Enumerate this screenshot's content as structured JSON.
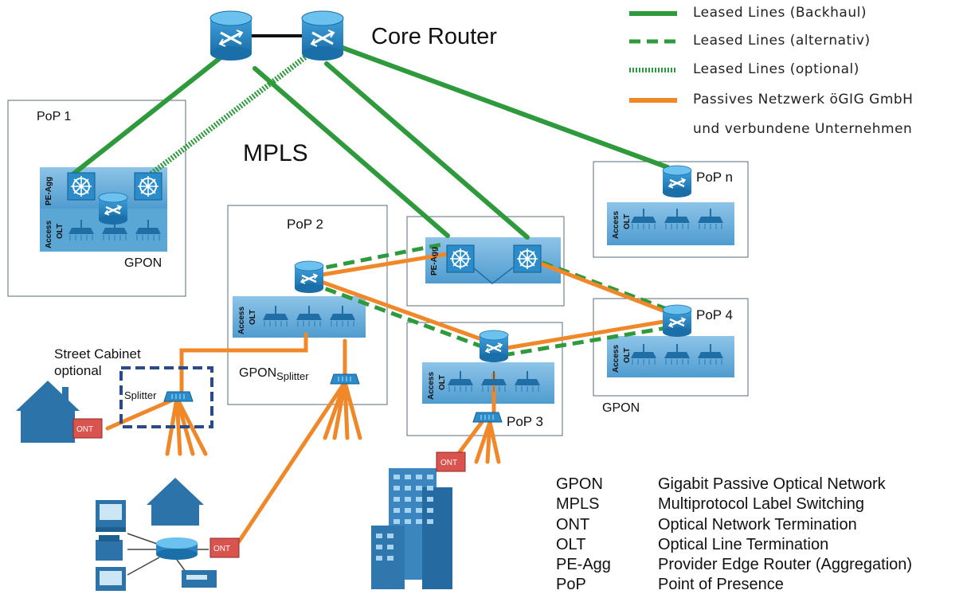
{
  "title": "Core Router",
  "mpls_label": "MPLS",
  "legend": [
    {
      "label": "Leased Lines (Backhaul)",
      "style": "solid",
      "color": "#2e9a3c"
    },
    {
      "label": "Leased Lines (alternativ)",
      "style": "dashed",
      "color": "#2e9a3c"
    },
    {
      "label": "Leased Lines (optional)",
      "style": "dotted",
      "color": "#2e9a3c"
    },
    {
      "label": "Passives Netzwerk öGIG GmbH",
      "style": "solid",
      "color": "#f0882a"
    },
    {
      "label": "und verbundene Unternehmen",
      "style": "none",
      "color": ""
    }
  ],
  "pops": {
    "pop1": "PoP 1",
    "pop2": "PoP 2",
    "pop3": "PoP 3",
    "pop4": "PoP 4",
    "popn": "PoP n"
  },
  "labels": {
    "gpon": "GPON",
    "gpon_splitter_main": "GPON",
    "gpon_splitter_sub": "Splitter",
    "street_cabinet": "Street Cabinet",
    "optional": "optional",
    "splitter": "Splitter",
    "ont": "ONT",
    "pe_agg": "PE-Agg",
    "access": "Access",
    "olt": "OLT"
  },
  "abbreviations": [
    {
      "abbr": "GPON",
      "meaning": "Gigabit Passive Optical Network"
    },
    {
      "abbr": "MPLS",
      "meaning": "Multiprotocol Label Switching"
    },
    {
      "abbr": "ONT",
      "meaning": "Optical Network Termination"
    },
    {
      "abbr": "OLT",
      "meaning": "Optical Line Termination"
    },
    {
      "abbr": "PE-Agg",
      "meaning": "Provider Edge Router (Aggregation)"
    },
    {
      "abbr": "PoP",
      "meaning": "Point of Presence"
    }
  ],
  "colors": {
    "backhaul": "#2e9a3c",
    "passive": "#f0882a",
    "device": "#1f7fb8",
    "panel": "#5aa7d6",
    "ont": "#d9534f",
    "cabinet": "#2a4a8a"
  }
}
